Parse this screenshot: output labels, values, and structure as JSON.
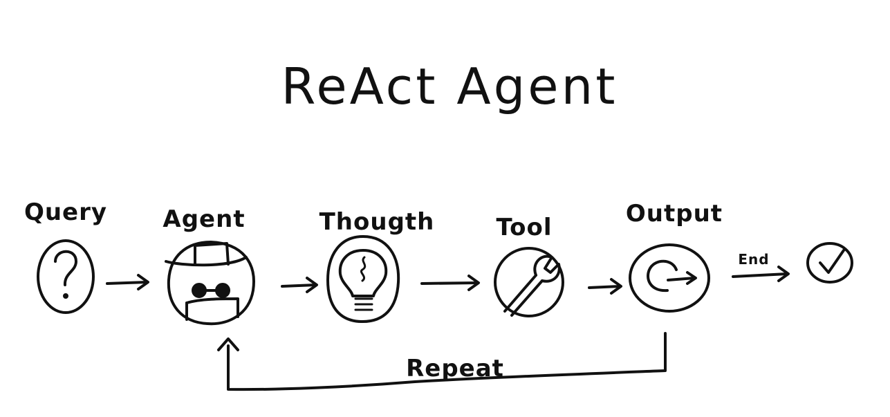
{
  "diagram": {
    "title": "ReAct Agent",
    "nodes": [
      {
        "label": "Query",
        "icon": "question-mark-icon"
      },
      {
        "label": "Agent",
        "icon": "agent-spy-icon"
      },
      {
        "label": "Thougth",
        "icon": "lightbulb-icon"
      },
      {
        "label": "Tool",
        "icon": "wrench-icon"
      },
      {
        "label": "Output",
        "icon": "output-arrow-icon"
      },
      {
        "label": "",
        "icon": "checkmark-icon"
      }
    ],
    "edges": {
      "end_label": "End",
      "repeat_label": "Repeat"
    },
    "ink_color": "#111111",
    "background_color": "#ffffff"
  }
}
